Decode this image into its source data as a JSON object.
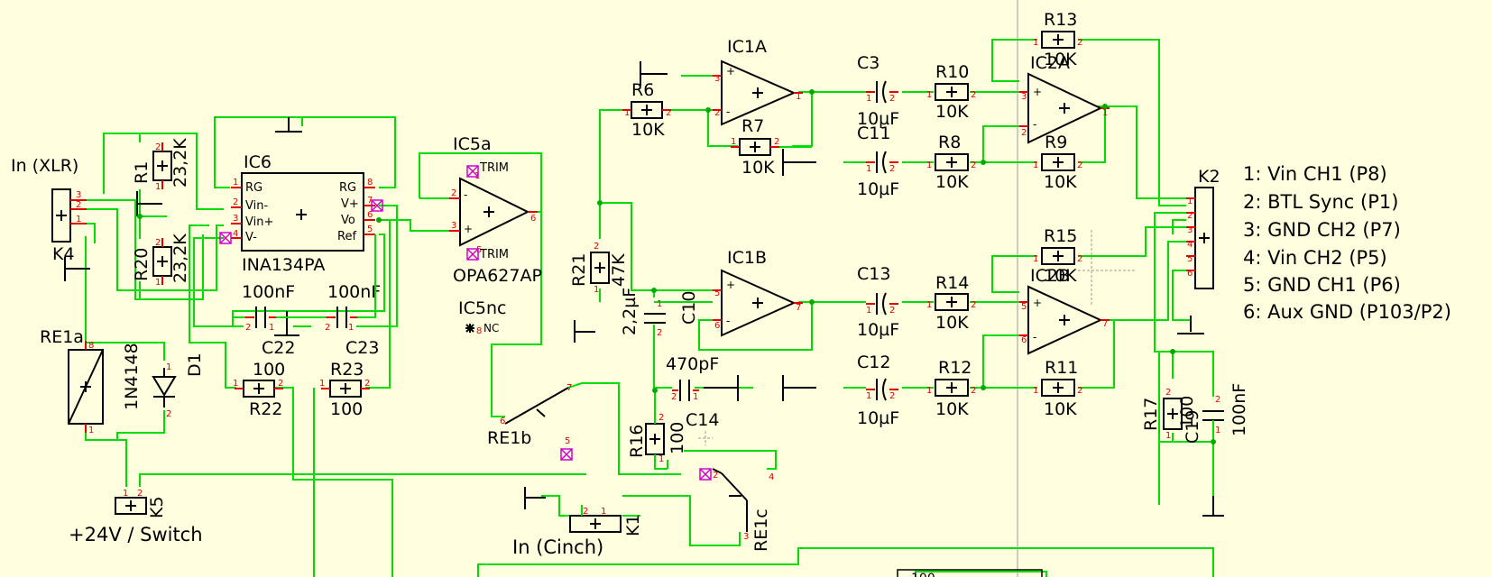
{
  "components": {
    "ic6": {
      "ref": "IC6",
      "value": "INA134PA",
      "pins": {
        "rg1": "RG",
        "vin_minus": "Vin-",
        "vin_plus": "Vin+",
        "v_minus": "V-",
        "rg2": "RG",
        "v_plus": "V+",
        "vo": "Vo",
        "ref": "Ref"
      }
    },
    "ic5a": {
      "ref": "IC5a",
      "value": "OPA627AP",
      "trim": "TRIM"
    },
    "ic5nc": {
      "ref": "IC5nc",
      "nc": "NC"
    },
    "ic1a": {
      "ref": "IC1A"
    },
    "ic1b": {
      "ref": "IC1B"
    },
    "ic2a": {
      "ref": "IC2A"
    },
    "ic2b": {
      "ref": "IC2B"
    },
    "r1": {
      "ref": "R1",
      "value": "23,2K"
    },
    "r20": {
      "ref": "R20",
      "value": "23,2K"
    },
    "r22": {
      "ref": "R22",
      "value": "100"
    },
    "r23": {
      "ref": "R23",
      "value": "100"
    },
    "r6": {
      "ref": "R6",
      "value": "10K"
    },
    "r7": {
      "ref": "R7",
      "value": "10K"
    },
    "r8": {
      "ref": "R8",
      "value": "10K"
    },
    "r9": {
      "ref": "R9",
      "value": "10K"
    },
    "r10": {
      "ref": "R10",
      "value": "10K"
    },
    "r11": {
      "ref": "R11",
      "value": "10K"
    },
    "r12": {
      "ref": "R12",
      "value": "10K"
    },
    "r13": {
      "ref": "R13",
      "value": "10K"
    },
    "r14": {
      "ref": "R14",
      "value": "10K"
    },
    "r15": {
      "ref": "R15",
      "value": "10K"
    },
    "r16": {
      "ref": "R16",
      "value": "100"
    },
    "r17": {
      "ref": "R17",
      "value": "100"
    },
    "r21": {
      "ref": "R21",
      "value": "47K"
    },
    "c3": {
      "ref": "C3",
      "value": "10µF"
    },
    "c11": {
      "ref": "C11",
      "value": "10µF"
    },
    "c12": {
      "ref": "C12",
      "value": "10µF"
    },
    "c13": {
      "ref": "C13",
      "value": "10µF"
    },
    "c10": {
      "ref": "C10",
      "value": "2,2µF"
    },
    "c14": {
      "ref": "C14",
      "value": "470pF"
    },
    "c19": {
      "ref": "C19",
      "value": "100nF"
    },
    "c22": {
      "ref": "C22",
      "value": "100nF"
    },
    "c23": {
      "ref": "C23",
      "value": "100nF"
    },
    "d1": {
      "ref": "D1",
      "value": "1N4148"
    },
    "re1a": {
      "ref": "RE1a"
    },
    "re1b": {
      "ref": "RE1b"
    },
    "re1c": {
      "ref": "RE1c"
    },
    "k1": {
      "ref": "K1",
      "label": "In (Cinch)"
    },
    "k2": {
      "ref": "K2"
    },
    "k4": {
      "ref": "K4",
      "label": "In (XLR)"
    },
    "k5": {
      "ref": "K5",
      "label": "+24V / Switch"
    }
  },
  "k2_legend": [
    "1: Vin CH1 (P8)",
    "2: BTL Sync (P1)",
    "3: GND CH2 (P7)",
    "4: Vin CH2 (P5)",
    "5: GND CH1 (P6)",
    "6: Aux GND (P103/P2)"
  ],
  "partial_label": "100",
  "colors": {
    "background": "#ffffe0",
    "wire": "#00dd00",
    "component": "#000000",
    "pin": "#e00000",
    "marker": "#d000d0"
  }
}
